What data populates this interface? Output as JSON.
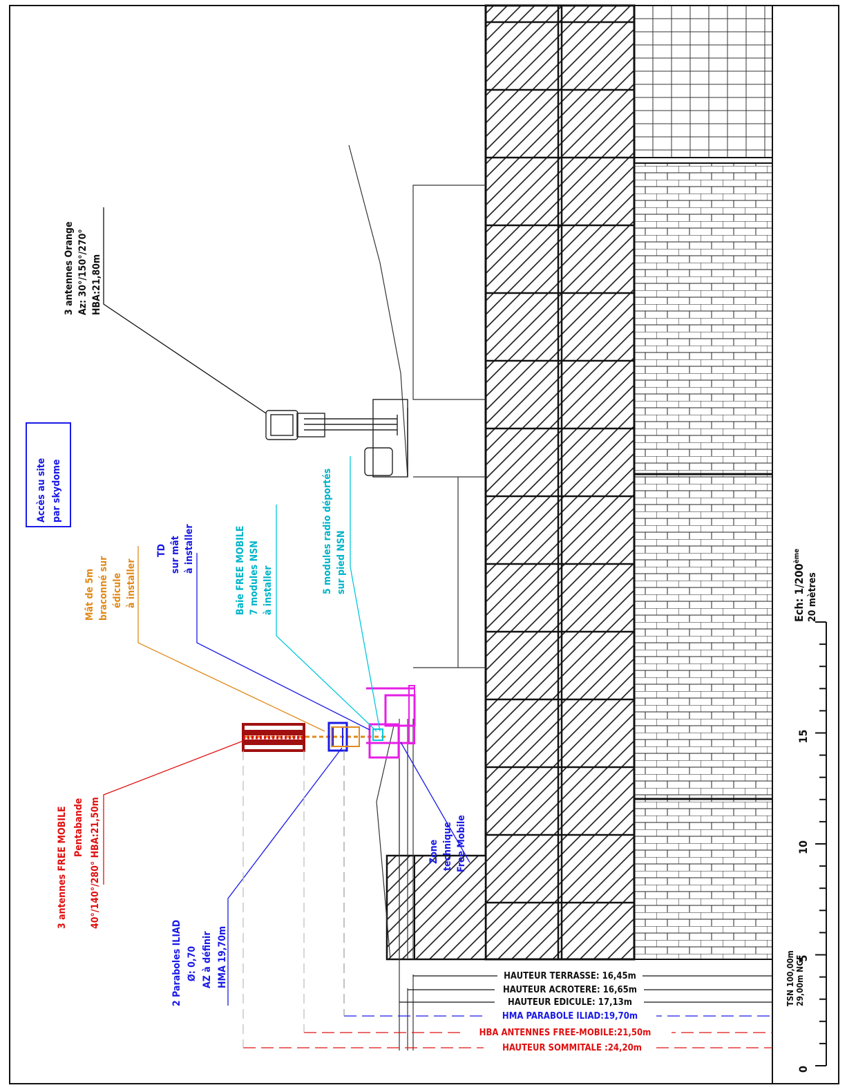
{
  "colors": {
    "red": "#e01010",
    "blue": "#1a1ae6",
    "cyan": "#00c8dc",
    "orange": "#e08a1a",
    "magenta": "#e61ee6",
    "black": "#111111"
  },
  "labels": {
    "access": [
      "Accès au site",
      "par skydome"
    ],
    "orange_antennas": [
      "3 antennes Orange",
      "Az: 30°/150°/270°",
      "HBA:21,80m"
    ],
    "radio_modules": [
      "5 modules radio déportés",
      "sur pied NSN"
    ],
    "baie": [
      "Baie FREE MOBILE",
      "7 modules NSN",
      "à installer"
    ],
    "td": [
      "TD",
      "sur mât",
      "à installer"
    ],
    "mat": [
      "Mât de 5m",
      "braconné sur",
      "édicule",
      "à installer"
    ],
    "free_antennas": [
      "3 antennes FREE MOBILE",
      "Pentabande",
      "40°/140°/280° HBA:21,50m"
    ],
    "paraboles": [
      "2 Paraboles ILIAD",
      "Ø: 0,70",
      "AZ à définir",
      "HMA 19,70m"
    ],
    "zone_technique": [
      "Zone",
      "technique",
      "Free Mobile"
    ]
  },
  "heights": {
    "terrasse": "HAUTEUR TERRASSE: 16,45m",
    "acrotere": "HAUTEUR ACROTERE: 16,65m",
    "edicule": "HAUTEUR EDICULE: 17,13m",
    "parabole": "HMA PARABOLE ILIAD:19,70m",
    "hba_free": "HBA ANTENNES FREE-MOBILE:21,50m",
    "sommitale": "HAUTEUR SOMMITALE :24,20m"
  },
  "reference": [
    "TSN 100,00m",
    "29,00m NGF"
  ],
  "scale": {
    "ech": "Ech: 1/200",
    "ech_sup": "ème",
    "unit": "20 mètres",
    "ticks": [
      "0",
      "5",
      "10",
      "15"
    ]
  }
}
